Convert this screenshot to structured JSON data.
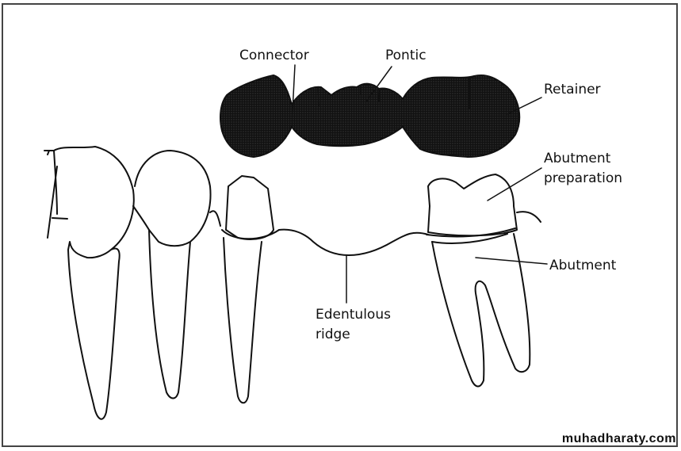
{
  "labels": {
    "connector": "Connector",
    "pontic": "Pontic",
    "retainer": "Retainer",
    "abutment_preparation_line1": "Abutment",
    "abutment_preparation_line2": "preparation",
    "abutment": "Abutment",
    "edentulous_line1": "Edentulous",
    "edentulous_line2": "ridge"
  },
  "watermark": "muhadharaty.com",
  "colors": {
    "bridge_fill": "#dcdcdc",
    "line": "#111111"
  }
}
